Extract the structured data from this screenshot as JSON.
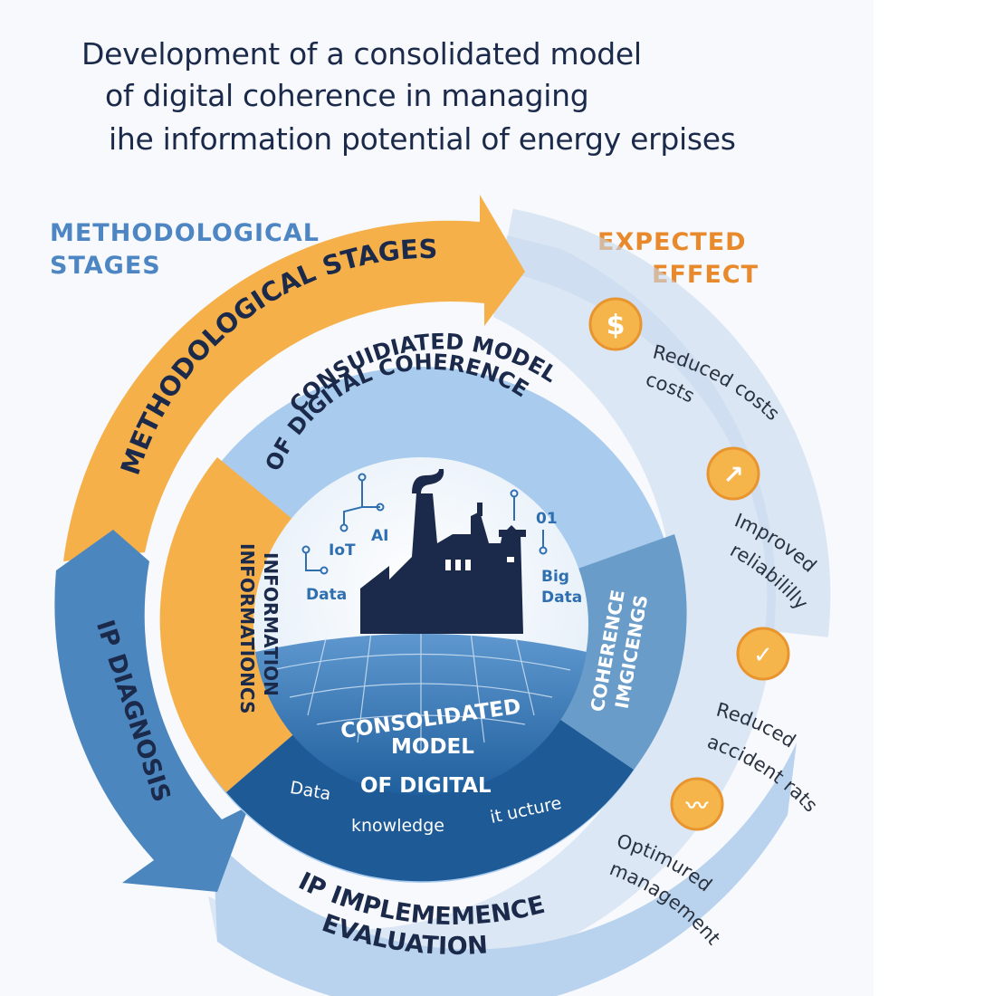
{
  "title": {
    "line1": "Development of a consolidated model",
    "line2": "of digital coherence in managing",
    "line3": "ihe information potential of energy erpises"
  },
  "corner_left": {
    "line1": "METHODOLOGICAL",
    "line2": "STAGES"
  },
  "corner_right": {
    "line1": "EXPECTED",
    "line2": "EFFECT"
  },
  "outer_ring": {
    "methodological": "METHODOLOGICAL STAGES",
    "diagnosis": "IP DIAGNOSIS",
    "evaluation_line1": "IP IMPLEMEMENCE",
    "evaluation_line2": "EVALUATION"
  },
  "inner_ring": {
    "top_line1": "CONSUIDIATED MODEL",
    "top_line2": "OF DIGITAL COHERENCE",
    "left_line1": "INFORMATION",
    "left_line2": "INFORMATIONCS",
    "right_line1": "COHERENCE",
    "right_line2": "IMGICENGS"
  },
  "center": {
    "line1": "CONSOLIDATED",
    "line2": "MODEL",
    "line3": "OF DIGITAL",
    "data": "Data",
    "knowledge": "knowledge",
    "structure": "it ucture"
  },
  "tech_labels": {
    "ai": "AI",
    "iot": "IoT",
    "data": "Data",
    "binary": "01",
    "big": "Big",
    "big_data": "Data"
  },
  "effects": [
    {
      "icon": "dollar-icon",
      "glyph": "$",
      "line1": "Reduced costs",
      "line2": "costs"
    },
    {
      "icon": "trend-up-icon",
      "glyph": "↗",
      "line1": "Improved",
      "line2": "reliabililly"
    },
    {
      "icon": "shield-check-icon",
      "glyph": "✓",
      "line1": "Reduced",
      "line2": "accident rats"
    },
    {
      "icon": "line-chart-icon",
      "glyph": "〰",
      "line1": "Optimured",
      "line2": "management"
    }
  ],
  "colors": {
    "orange": "#f5b04a",
    "orange_text": "#e8892c",
    "dark_navy": "#1b2a4a",
    "mid_blue": "#4b86bf",
    "light_blue": "#a9cbee",
    "pale_blue": "#dbe7f4",
    "deep_blue": "#1e5a96",
    "corner_blue": "#4d86c3"
  }
}
